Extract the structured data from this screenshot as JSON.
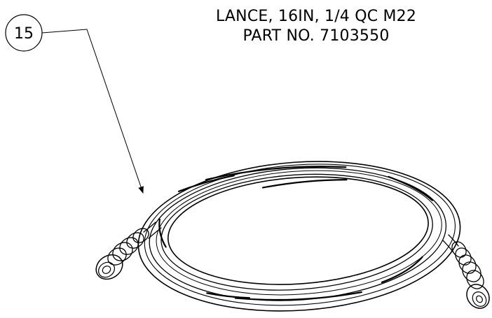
{
  "title": {
    "line1": "LANCE, 16IN, 1/4 QC M22",
    "line2": "PART NO. 7103550"
  },
  "callout": {
    "item_number": "15"
  }
}
